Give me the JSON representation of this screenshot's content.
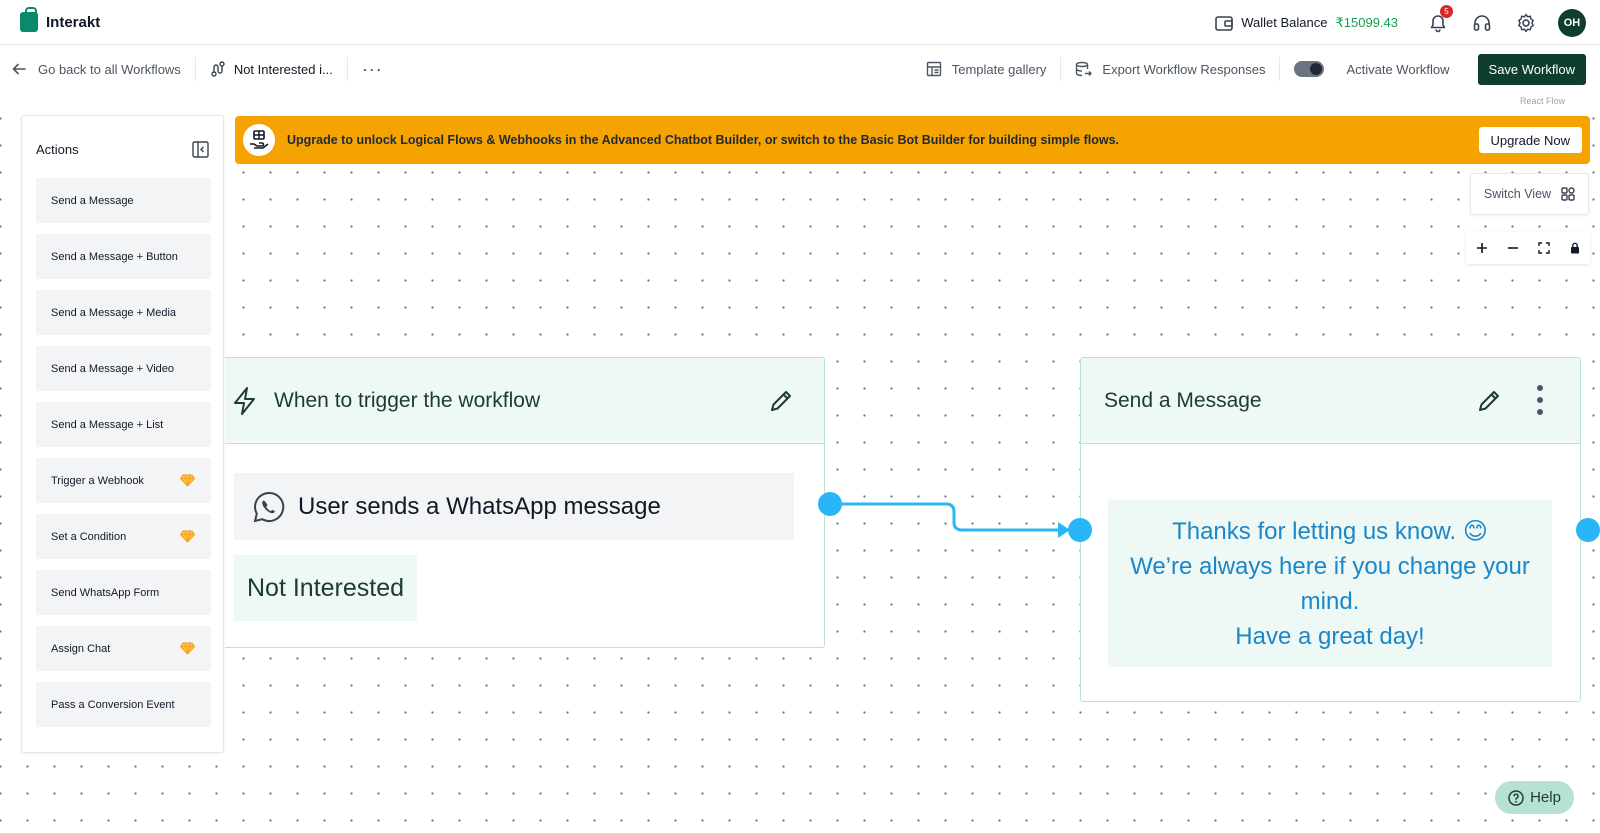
{
  "app": {
    "name": "Interakt"
  },
  "topnav": {
    "wallet_label": "Wallet Balance",
    "wallet_amount": "₹15099.43",
    "notification_count": "5",
    "avatar_initials": "OH"
  },
  "toolbar": {
    "back_label": "Go back to all Workflows",
    "workflow_name": "Not Interested i...",
    "more_label": "···",
    "template_gallery": "Template gallery",
    "export_responses": "Export Workflow Responses",
    "activate_label": "Activate Workflow",
    "save_label": "Save Workflow"
  },
  "canvas": {
    "attribution": "React Flow"
  },
  "actions_panel": {
    "title": "Actions",
    "items": [
      {
        "label": "Send a Message",
        "premium": false
      },
      {
        "label": "Send a Message + Button",
        "premium": false
      },
      {
        "label": "Send a Message + Media",
        "premium": false
      },
      {
        "label": "Send a Message + Video",
        "premium": false
      },
      {
        "label": "Send a Message + List",
        "premium": false
      },
      {
        "label": "Trigger a Webhook",
        "premium": true
      },
      {
        "label": "Set a Condition",
        "premium": true
      },
      {
        "label": "Send WhatsApp Form",
        "premium": false
      },
      {
        "label": "Assign Chat",
        "premium": true
      },
      {
        "label": "Pass a Conversion Event",
        "premium": false
      }
    ]
  },
  "banner": {
    "text": "Upgrade to unlock Logical Flows & Webhooks in the Advanced Chatbot Builder, or switch to the Basic Bot Builder for building simple flows.",
    "button": "Upgrade Now"
  },
  "controls": {
    "switch_view": "Switch View"
  },
  "trigger_node": {
    "title": "When to trigger the workflow",
    "event": "User sends a WhatsApp message",
    "keyword": "Not Interested"
  },
  "message_node": {
    "title": "Send a Message",
    "lines": [
      "Thanks for letting us know. 😊",
      "We’re always here if you change your",
      "mind.",
      "Have a great day!"
    ]
  },
  "help": {
    "label": "Help"
  },
  "colors": {
    "brand": "#0f3d2e",
    "accent_green": "#12a150",
    "banner": "#f5a300",
    "handle": "#29b6f6",
    "message_text": "#1b87c9"
  }
}
